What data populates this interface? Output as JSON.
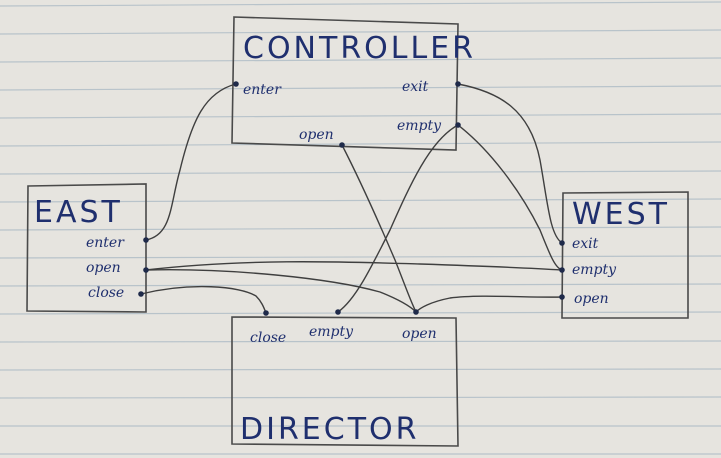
{
  "colors": {
    "paper": "#e6e4df",
    "ruled_line": "#a9b8c4",
    "ink": "#1f2f6e",
    "pencil": "#3f3f3f"
  },
  "blocks": {
    "controller": {
      "title": "CONTROLLER",
      "ports": {
        "enter": "enter",
        "exit": "exit",
        "open": "open",
        "empty": "empty"
      }
    },
    "east": {
      "title": "EAST",
      "ports": {
        "enter": "enter",
        "open": "open",
        "close": "close"
      }
    },
    "west": {
      "title": "WEST",
      "ports": {
        "exit": "exit",
        "empty": "empty",
        "open": "open"
      }
    },
    "director": {
      "title": "DIRECTOR",
      "ports": {
        "close": "close",
        "empty": "empty",
        "open": "open"
      }
    }
  },
  "connections": [
    {
      "from": "controller.enter",
      "to": "east.enter"
    },
    {
      "from": "controller.exit",
      "to": "west.exit"
    },
    {
      "from": "controller.empty",
      "to": "west.empty"
    },
    {
      "from": "controller.empty",
      "to": "director.empty"
    },
    {
      "from": "controller.open",
      "to": "director.open"
    },
    {
      "from": "east.open",
      "to": "director.open"
    },
    {
      "from": "east.open",
      "to": "west.empty"
    },
    {
      "from": "east.close",
      "to": "director.close"
    },
    {
      "from": "west.open",
      "to": "director.open"
    }
  ]
}
